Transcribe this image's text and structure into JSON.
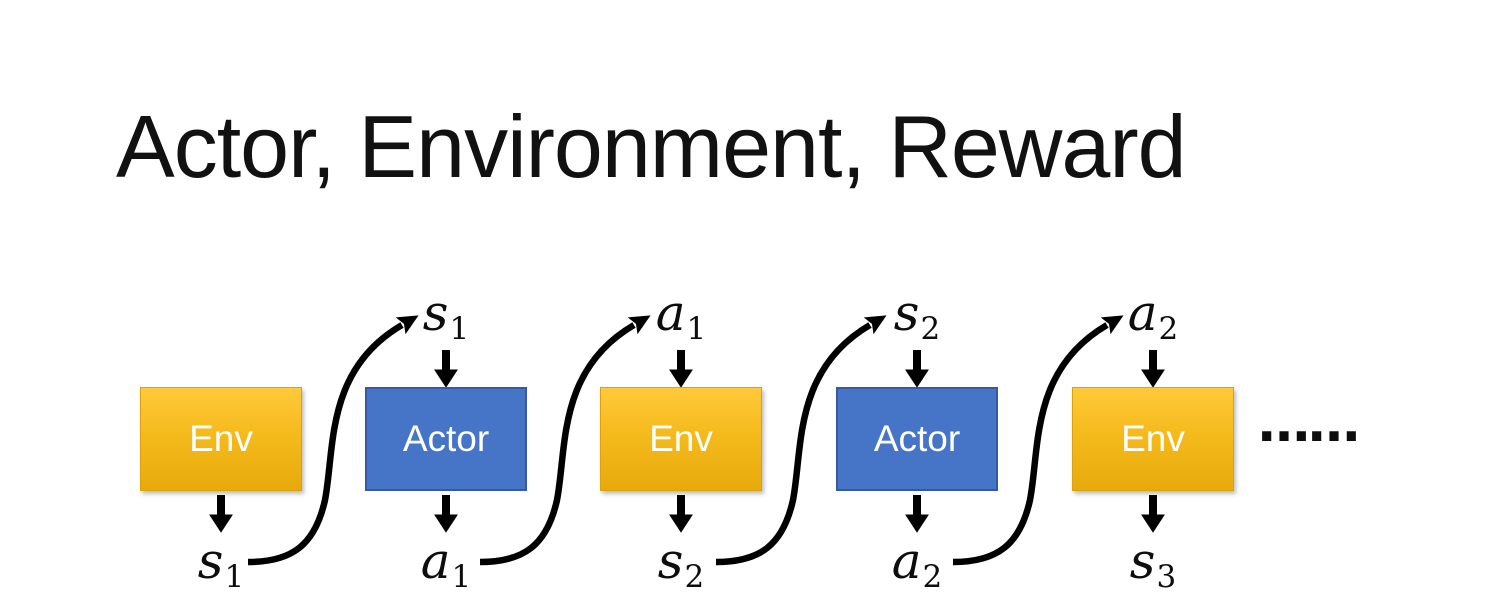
{
  "title": "Actor, Environment, Reward",
  "diagram": {
    "boxes": [
      {
        "label": "Env",
        "kind": "env"
      },
      {
        "label": "Actor",
        "kind": "actor"
      },
      {
        "label": "Env",
        "kind": "env"
      },
      {
        "label": "Actor",
        "kind": "actor"
      },
      {
        "label": "Env",
        "kind": "env"
      }
    ],
    "top_labels": [
      {
        "base": "s",
        "sub": "1"
      },
      {
        "base": "a",
        "sub": "1"
      },
      {
        "base": "s",
        "sub": "2"
      },
      {
        "base": "a",
        "sub": "2"
      }
    ],
    "bottom_labels": [
      {
        "base": "s",
        "sub": "1"
      },
      {
        "base": "a",
        "sub": "1"
      },
      {
        "base": "s",
        "sub": "2"
      },
      {
        "base": "a",
        "sub": "2"
      },
      {
        "base": "s",
        "sub": "3"
      }
    ],
    "ellipsis": "……",
    "colors": {
      "env_fill_top": "#FFC93A",
      "env_fill_bottom": "#E7AA0C",
      "env_border": "#DCA20A",
      "actor_fill": "#4674C6",
      "actor_border": "#38589F",
      "arrow": "#000000",
      "title_text": "#111111",
      "box_text": "#FFFFFF"
    }
  }
}
